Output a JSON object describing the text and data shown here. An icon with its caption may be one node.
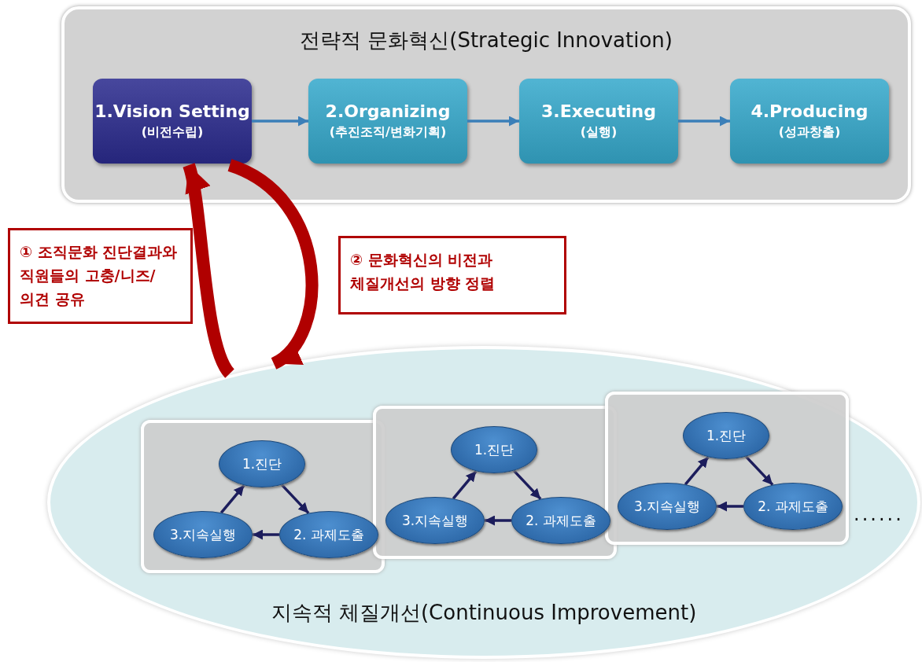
{
  "diagram": {
    "nodes": [
      {
        "text": [
          "전략적 문화혁신(Strategic Innovation)"
        ]
      },
      {
        "text": [
          "1.Vision Setting",
          "(비전수립)"
        ],
        "in": 0
      },
      {
        "text": [
          "2.Organizing",
          "(추진조직/변화기획)"
        ],
        "in": 0
      },
      {
        "text": [
          "3.Executing",
          "(실행)"
        ],
        "in": 0
      },
      {
        "text": [
          "4.Producing",
          "(성과창출)"
        ],
        "in": 0
      },
      {
        "text": [
          "① 조직문화 진단결과와 직원들의 고충/니즈/ 의견 공유"
        ]
      },
      {
        "text": [
          "② 문화혁신의 비전과 체질개선의 방향 정렬"
        ]
      },
      {
        "text": [
          "지속적 체질개선(Continuous Improvement)"
        ]
      },
      {
        "text": [],
        "shape": "box",
        "in": 7
      },
      {
        "text": [
          "1.진단"
        ],
        "in": 8
      },
      {
        "text": [
          "2. 과제도출"
        ],
        "in": 8
      },
      {
        "text": [
          "3.지속실행"
        ],
        "in": 8
      },
      {
        "text": [],
        "shape": "box",
        "in": 7
      },
      {
        "text": [
          "1.진단"
        ],
        "in": 12
      },
      {
        "text": [
          "2. 과제도출"
        ],
        "in": 12
      },
      {
        "text": [
          "3.지속실행"
        ],
        "in": 12
      },
      {
        "text": [],
        "shape": "box",
        "in": 7
      },
      {
        "text": [
          "1.진단"
        ],
        "in": 16
      },
      {
        "text": [
          "2. 과제도출"
        ],
        "in": 16
      },
      {
        "text": [
          "3.지속실행"
        ],
        "in": 16
      }
    ],
    "edges": [
      {
        "from": 1,
        "to": 2,
        "arrow": "to",
        "color": "#3b7fb8"
      },
      {
        "from": 2,
        "to": 3,
        "arrow": "to",
        "color": "#3b7fb8"
      },
      {
        "from": 3,
        "to": 4,
        "arrow": "to",
        "color": "#3b7fb8"
      },
      {
        "from": 7,
        "to": 1,
        "arrow": "to",
        "style": "thick",
        "color": "#b00000"
      },
      {
        "from": 1,
        "to": 7,
        "arrow": "to",
        "style": "thick",
        "color": "#b00000"
      },
      {
        "from": 9,
        "to": 10,
        "arrow": "to"
      },
      {
        "from": 10,
        "to": 11,
        "arrow": "to"
      },
      {
        "from": 11,
        "to": 9,
        "arrow": "to"
      },
      {
        "from": 13,
        "to": 14,
        "arrow": "to"
      },
      {
        "from": 14,
        "to": 15,
        "arrow": "to"
      },
      {
        "from": 15,
        "to": 13,
        "arrow": "to"
      },
      {
        "from": 17,
        "to": 18,
        "arrow": "to"
      },
      {
        "from": 18,
        "to": 19,
        "arrow": "to"
      },
      {
        "from": 19,
        "to": 17,
        "arrow": "to"
      }
    ],
    "labels": [
      "......"
    ]
  }
}
